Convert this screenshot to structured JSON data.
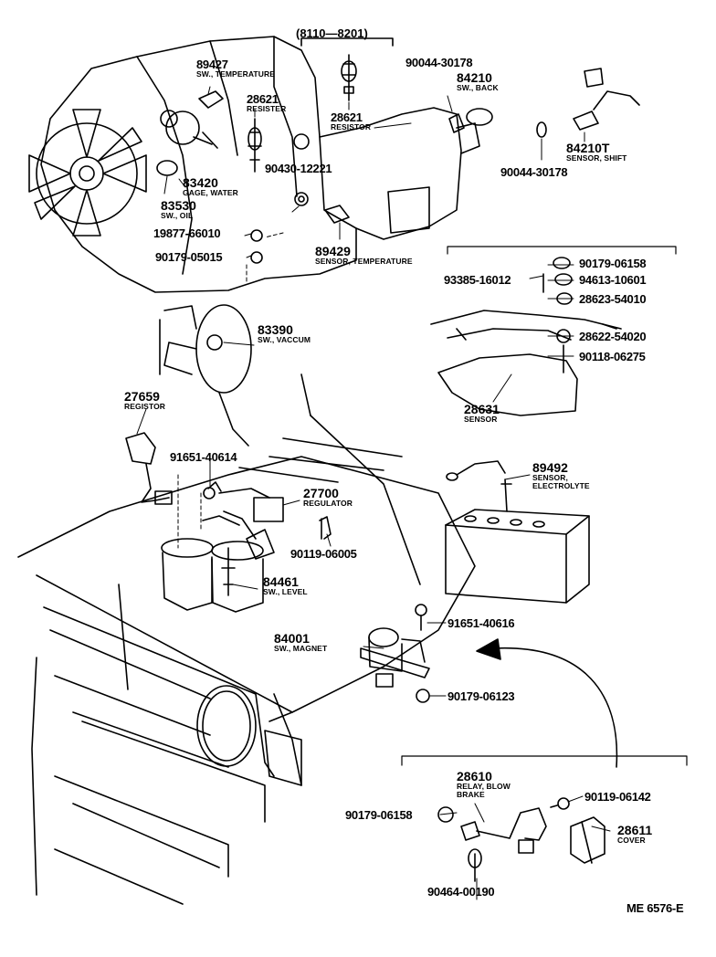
{
  "group_label": "(8110—8201)",
  "parts": [
    {
      "id": "p89427",
      "number": "89427",
      "name": "SW., TEMPERATURE"
    },
    {
      "id": "p28621a",
      "number": "28621",
      "name": "RESISTER"
    },
    {
      "id": "p28621b",
      "number": "28621",
      "name": "RESISTOR"
    },
    {
      "id": "p90044a",
      "number": "90044-30178",
      "name": ""
    },
    {
      "id": "p84210",
      "number": "84210",
      "name": "SW., BACK"
    },
    {
      "id": "p84210t",
      "number": "84210T",
      "name": "SENSOR, SHIFT"
    },
    {
      "id": "p90044b",
      "number": "90044-30178",
      "name": ""
    },
    {
      "id": "p83420",
      "number": "83420",
      "name": "GAGE, WATER"
    },
    {
      "id": "p90430",
      "number": "90430-12221",
      "name": ""
    },
    {
      "id": "p83530",
      "number": "83530",
      "name": "SW., OIL"
    },
    {
      "id": "p19877",
      "number": "19877-66010",
      "name": ""
    },
    {
      "id": "p90179a",
      "number": "90179-05015",
      "name": ""
    },
    {
      "id": "p89429",
      "number": "89429",
      "name": "SENSOR, TEMPERATURE"
    },
    {
      "id": "p90179b",
      "number": "90179-06158",
      "name": ""
    },
    {
      "id": "p93385",
      "number": "93385-16012",
      "name": ""
    },
    {
      "id": "p94613",
      "number": "94613-10601",
      "name": ""
    },
    {
      "id": "p28623",
      "number": "28623-54010",
      "name": ""
    },
    {
      "id": "p28622",
      "number": "28622-54020",
      "name": ""
    },
    {
      "id": "p90118",
      "number": "90118-06275",
      "name": ""
    },
    {
      "id": "p28631",
      "number": "28631",
      "name": "SENSOR"
    },
    {
      "id": "p83390",
      "number": "83390",
      "name": "SW., VACCUM"
    },
    {
      "id": "p27659",
      "number": "27659",
      "name": "REGISTOR"
    },
    {
      "id": "p91651a",
      "number": "91651-40614",
      "name": ""
    },
    {
      "id": "p27700",
      "number": "27700",
      "name": "REGULATOR"
    },
    {
      "id": "p90119a",
      "number": "90119-06005",
      "name": ""
    },
    {
      "id": "p89492",
      "number": "89492",
      "name": "SENSOR, ELECTROLYTE"
    },
    {
      "id": "p84461",
      "number": "84461",
      "name": "SW., LEVEL"
    },
    {
      "id": "p91651b",
      "number": "91651-40616",
      "name": ""
    },
    {
      "id": "p84001",
      "number": "84001",
      "name": "SW., MAGNET"
    },
    {
      "id": "p90179c",
      "number": "90179-06123",
      "name": ""
    },
    {
      "id": "p28610",
      "number": "28610",
      "name": "RELAY, BLOW BRAKE"
    },
    {
      "id": "p90119b",
      "number": "90119-06142",
      "name": ""
    },
    {
      "id": "p90179d",
      "number": "90179-06158",
      "name": ""
    },
    {
      "id": "p28611",
      "number": "28611",
      "name": "COVER"
    },
    {
      "id": "p90464",
      "number": "90464-00190",
      "name": ""
    }
  ],
  "diagram_code": "ME 6576-E"
}
